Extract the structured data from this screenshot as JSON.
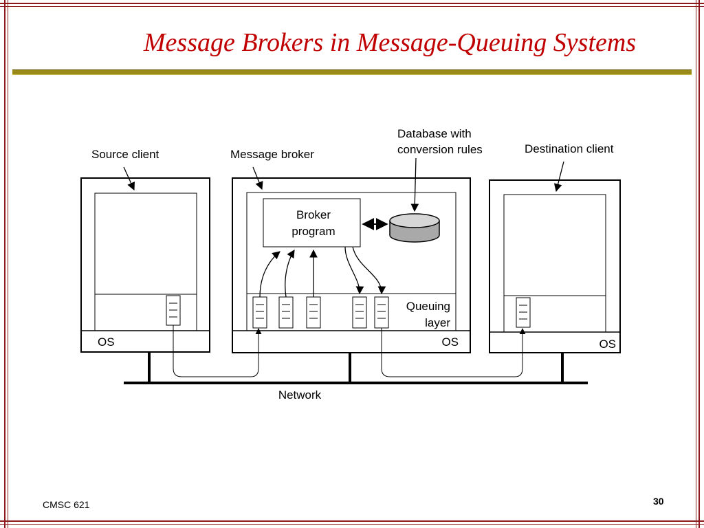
{
  "slide": {
    "title": "Message Brokers in Message-Queuing Systems",
    "footer_left": "CMSC 621",
    "page_number": "30"
  },
  "diagram": {
    "labels": {
      "source_client": "Source client",
      "message_broker": "Message broker",
      "database_line1": "Database with",
      "database_line2": "conversion rules",
      "destination_client": "Destination client",
      "broker_line1": "Broker",
      "broker_line2": "program",
      "queuing_line1": "Queuing",
      "queuing_line2": "layer",
      "os_source": "OS",
      "os_broker": "OS",
      "os_destination": "OS",
      "network": "Network"
    }
  }
}
